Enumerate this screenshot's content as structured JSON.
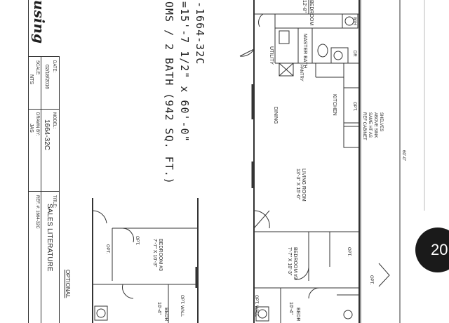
{
  "brand": {
    "script_text": "using"
  },
  "spec": {
    "model_line": "-1664-32C",
    "size_line": "=15'-7 1/2\" x 60'-0\"",
    "rooms_line": "OMS / 2 BATH (942 SQ. FT.)"
  },
  "title_block": {
    "date_label": "DATE:",
    "date_value": "02/18/2016",
    "scale_label": "SCALE:",
    "scale_value": "NTS",
    "model_label": "MODEL:",
    "model_value": "1664-32C",
    "drawn_by_label": "DRAWN BY:",
    "drawn_by_value": "JAS",
    "title_label": "TITLE:",
    "title_value": "SALES LITERATURE",
    "ref_label": "REF. #: 1664-32C"
  },
  "plan": {
    "rooms": {
      "bedroom_top": "BEDROOM",
      "bedroom_top_size": "12'-8\"",
      "master_bath": "MASTER BATH",
      "utility": "UTILITY",
      "pantry": "PANTRY",
      "kitchen": "KITCHEN",
      "dining": "DINING",
      "living_room": "LIVING ROOM",
      "living_room_size": "13'-3\" X 15'-0\"",
      "bedroom3": "BEDROOM #3",
      "bedroom3_size": "7'-7\" X 10'-3\"",
      "bedroom2": "BEDR",
      "bedroom2_size": "10'-4\"",
      "opt_bedroom3": "BEDROOM #3",
      "opt_bedroom3_size": "7'-7\" X 10'-3\"",
      "opt_bedroom2": "BEDR",
      "opt_bedroom2_size": "10'-4\""
    },
    "labels": {
      "shelves": "SHELVES",
      "shelves_note1": "ABOVE SINK",
      "shelves_note2": "SAME HT AS",
      "shelves_note3": "REF CABINET",
      "opt": "OPT.",
      "wh": "W/H",
      "dr": "DR",
      "dim_60": "60'-0\"",
      "optional": "OPTIONAL",
      "opt_wall": "OPT. WALL"
    }
  },
  "badge": {
    "text": "20"
  }
}
